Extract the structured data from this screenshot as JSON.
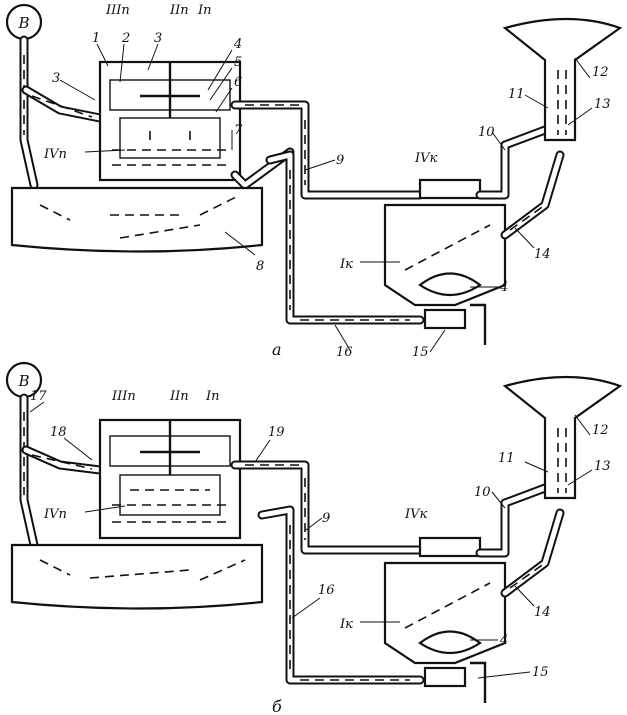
{
  "top": {
    "caption": "а",
    "air_symbol": "В",
    "labels": {
      "n1": "1",
      "n2": "2",
      "n3a": "3",
      "n3b": "3",
      "n4": "4",
      "n5": "5",
      "n6": "6",
      "n7": "7",
      "n8": "8",
      "n9": "9",
      "n10": "10",
      "n11": "11",
      "n12": "12",
      "n13": "13",
      "n14": "14",
      "n15": "15",
      "n16": "16",
      "n4b": "4",
      "III_p": "IIIп",
      "II_p": "IIп",
      "I_p": "Iп",
      "IV_p": "IVп",
      "IV_k": "IVк",
      "I_k": "Iк"
    }
  },
  "bottom": {
    "caption": "б",
    "air_symbol": "В",
    "labels": {
      "n17": "17",
      "n18": "18",
      "n19": "19",
      "n9": "9",
      "n10": "10",
      "n11": "11",
      "n12": "12",
      "n13": "13",
      "n14": "14",
      "n15": "15",
      "n16": "16",
      "n4": "4",
      "III_p": "IIIп",
      "II_p": "IIп",
      "I_p": "Iп",
      "IV_p": "IVп",
      "IV_k": "IVк",
      "I_k": "Iк"
    }
  }
}
